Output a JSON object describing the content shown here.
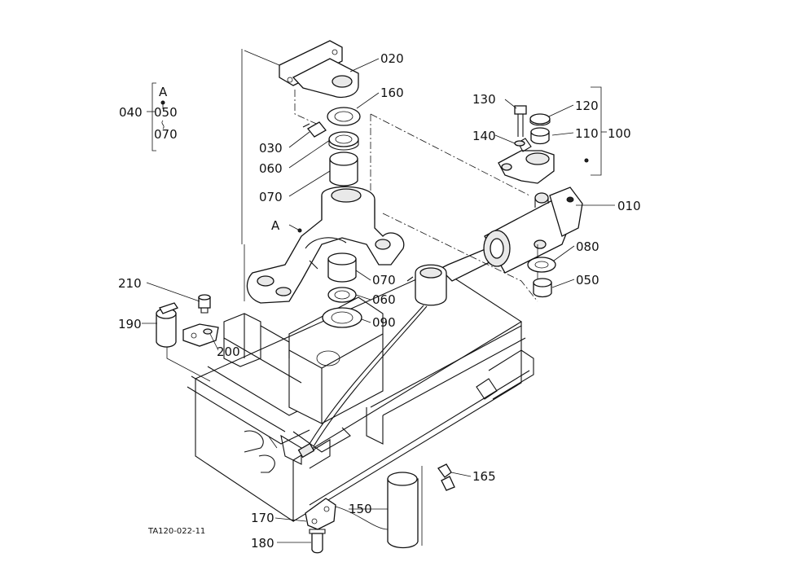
{
  "diagram": {
    "reference_code": "TA120-022-11",
    "group_letter": "A",
    "group_marker_a": "A",
    "parts": {
      "p010": "010",
      "p020": "020",
      "p030": "030",
      "p040": "040",
      "p050a": "050",
      "p050b": "050",
      "p060a": "060",
      "p060b": "060",
      "p070a": "070",
      "p070b": "070",
      "p070c": "070",
      "p080": "080",
      "p090": "090",
      "p100": "100",
      "p110": "110",
      "p120": "120",
      "p130": "130",
      "p140": "140",
      "p150": "150",
      "p160": "160",
      "p165": "165",
      "p170": "170",
      "p180": "180",
      "p190": "190",
      "p200": "200",
      "p210": "210"
    }
  }
}
